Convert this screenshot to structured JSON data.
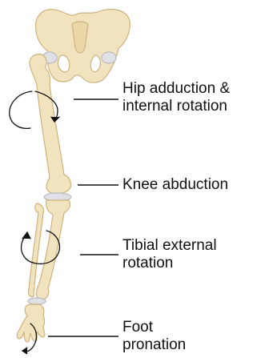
{
  "labels": {
    "hip": [
      "Hip adduction &",
      "internal rotation"
    ],
    "knee": [
      "Knee abduction"
    ],
    "tibia": [
      "Tibial external",
      "rotation"
    ],
    "foot": [
      "Foot",
      "pronation"
    ]
  },
  "colors": {
    "bone_fill": "#f2e3bf",
    "bone_stroke": "#cdb27d",
    "cartilage": "#dfe1e6",
    "text": "#111111",
    "leader": "#111111"
  }
}
